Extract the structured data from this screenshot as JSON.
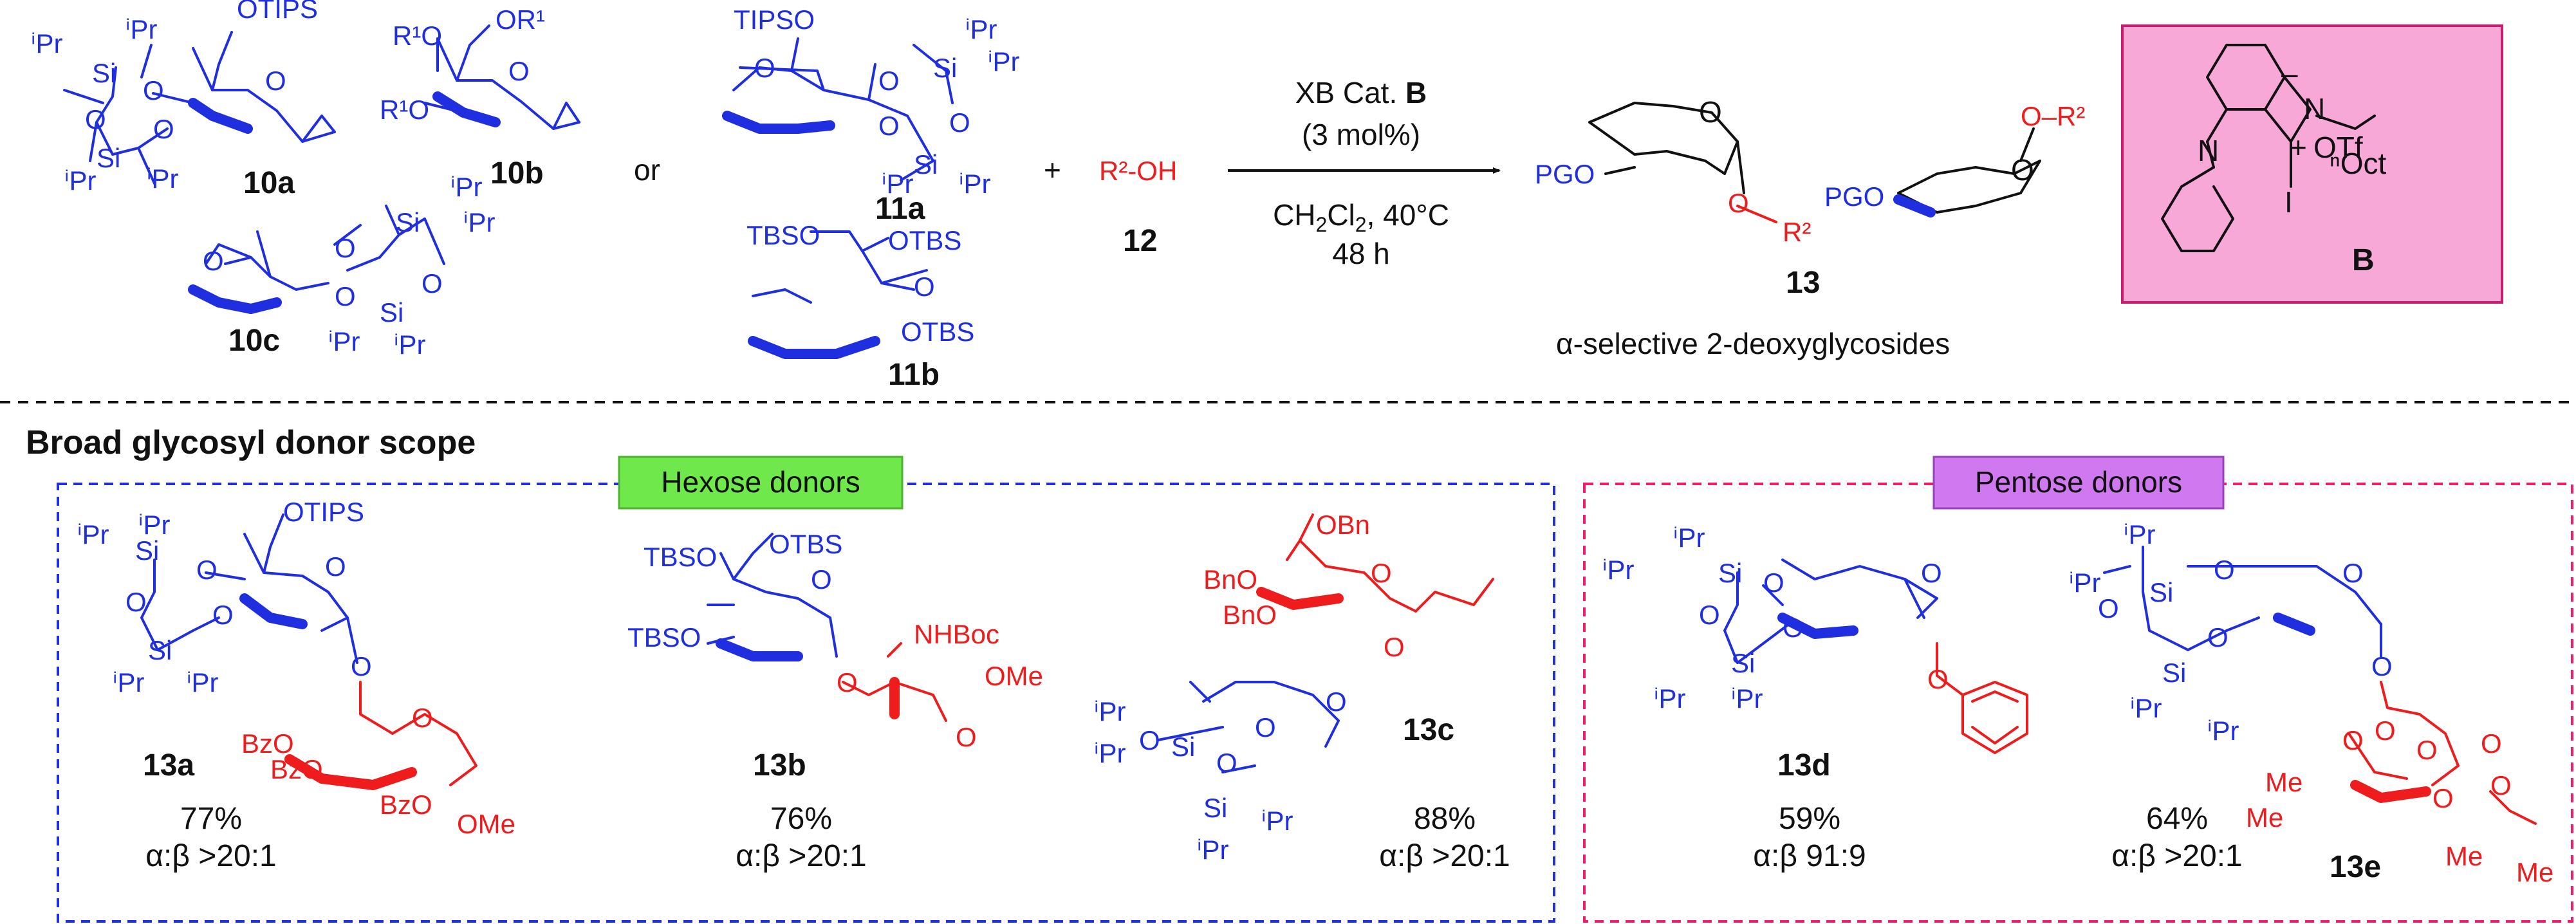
{
  "header": {
    "compounds": {
      "c10a": "10a",
      "c10b": "10b",
      "c10c": "10c",
      "c11a": "11a",
      "c11b": "11b",
      "c12": "12",
      "c13": "13",
      "catB": "B"
    },
    "or_text": "or",
    "plus_text": "+",
    "nucleophile": "R²-OH",
    "conditions": {
      "line1_prefix": "XB Cat. ",
      "line1_bold": "B",
      "line2": "(3 mol%)",
      "line3_a": "CH",
      "line3_sub1": "2",
      "line3_b": "Cl",
      "line3_sub2": "2",
      "line3_c": ", 40°C",
      "line4": "48 h"
    },
    "product_caption": "α-selective 2-deoxyglycosides"
  },
  "groups": {
    "otips": "OTIPS",
    "tipso": "TIPSO",
    "tbso": "TBSO",
    "otbs": "OTBS",
    "bno": "BnO",
    "obn": "OBn",
    "bzo": "BzO",
    "ome": "OMe",
    "nhboc": "NHBoc",
    "pgo": "PGO",
    "o": "O",
    "or1": "OR¹",
    "r1o": "R¹O",
    "or2": "O–R²",
    "ipr": "ⁱPr",
    "si": "Si",
    "me": "Me",
    "i": "I",
    "n": "N",
    "otf": "OTf",
    "noct": "ⁿOct",
    "minus": "–",
    "plus": "+"
  },
  "scope": {
    "title": "Broad glycosyl donor scope",
    "hexose_label": "Hexose donors",
    "pentose_label": "Pentose donors",
    "items": [
      {
        "label": "13a",
        "yield": "77%",
        "selectivity": "α:β >20:1"
      },
      {
        "label": "13b",
        "yield": "76%",
        "selectivity": "α:β >20:1"
      },
      {
        "label": "13c",
        "yield": "88%",
        "selectivity": "α:β >20:1"
      },
      {
        "label": "13d",
        "yield": "59%",
        "selectivity": "α:β 91:9"
      },
      {
        "label": "13e",
        "yield": "64%",
        "selectivity": "α:β >20:1"
      }
    ]
  },
  "colors": {
    "substrate": "#1f2fe0",
    "nucleophile": "#ee1c1c",
    "catalyst_box": "#f7a8d6",
    "hexose_label_bg": "#6ee84a",
    "pentose_label_bg": "#cf78ef"
  }
}
